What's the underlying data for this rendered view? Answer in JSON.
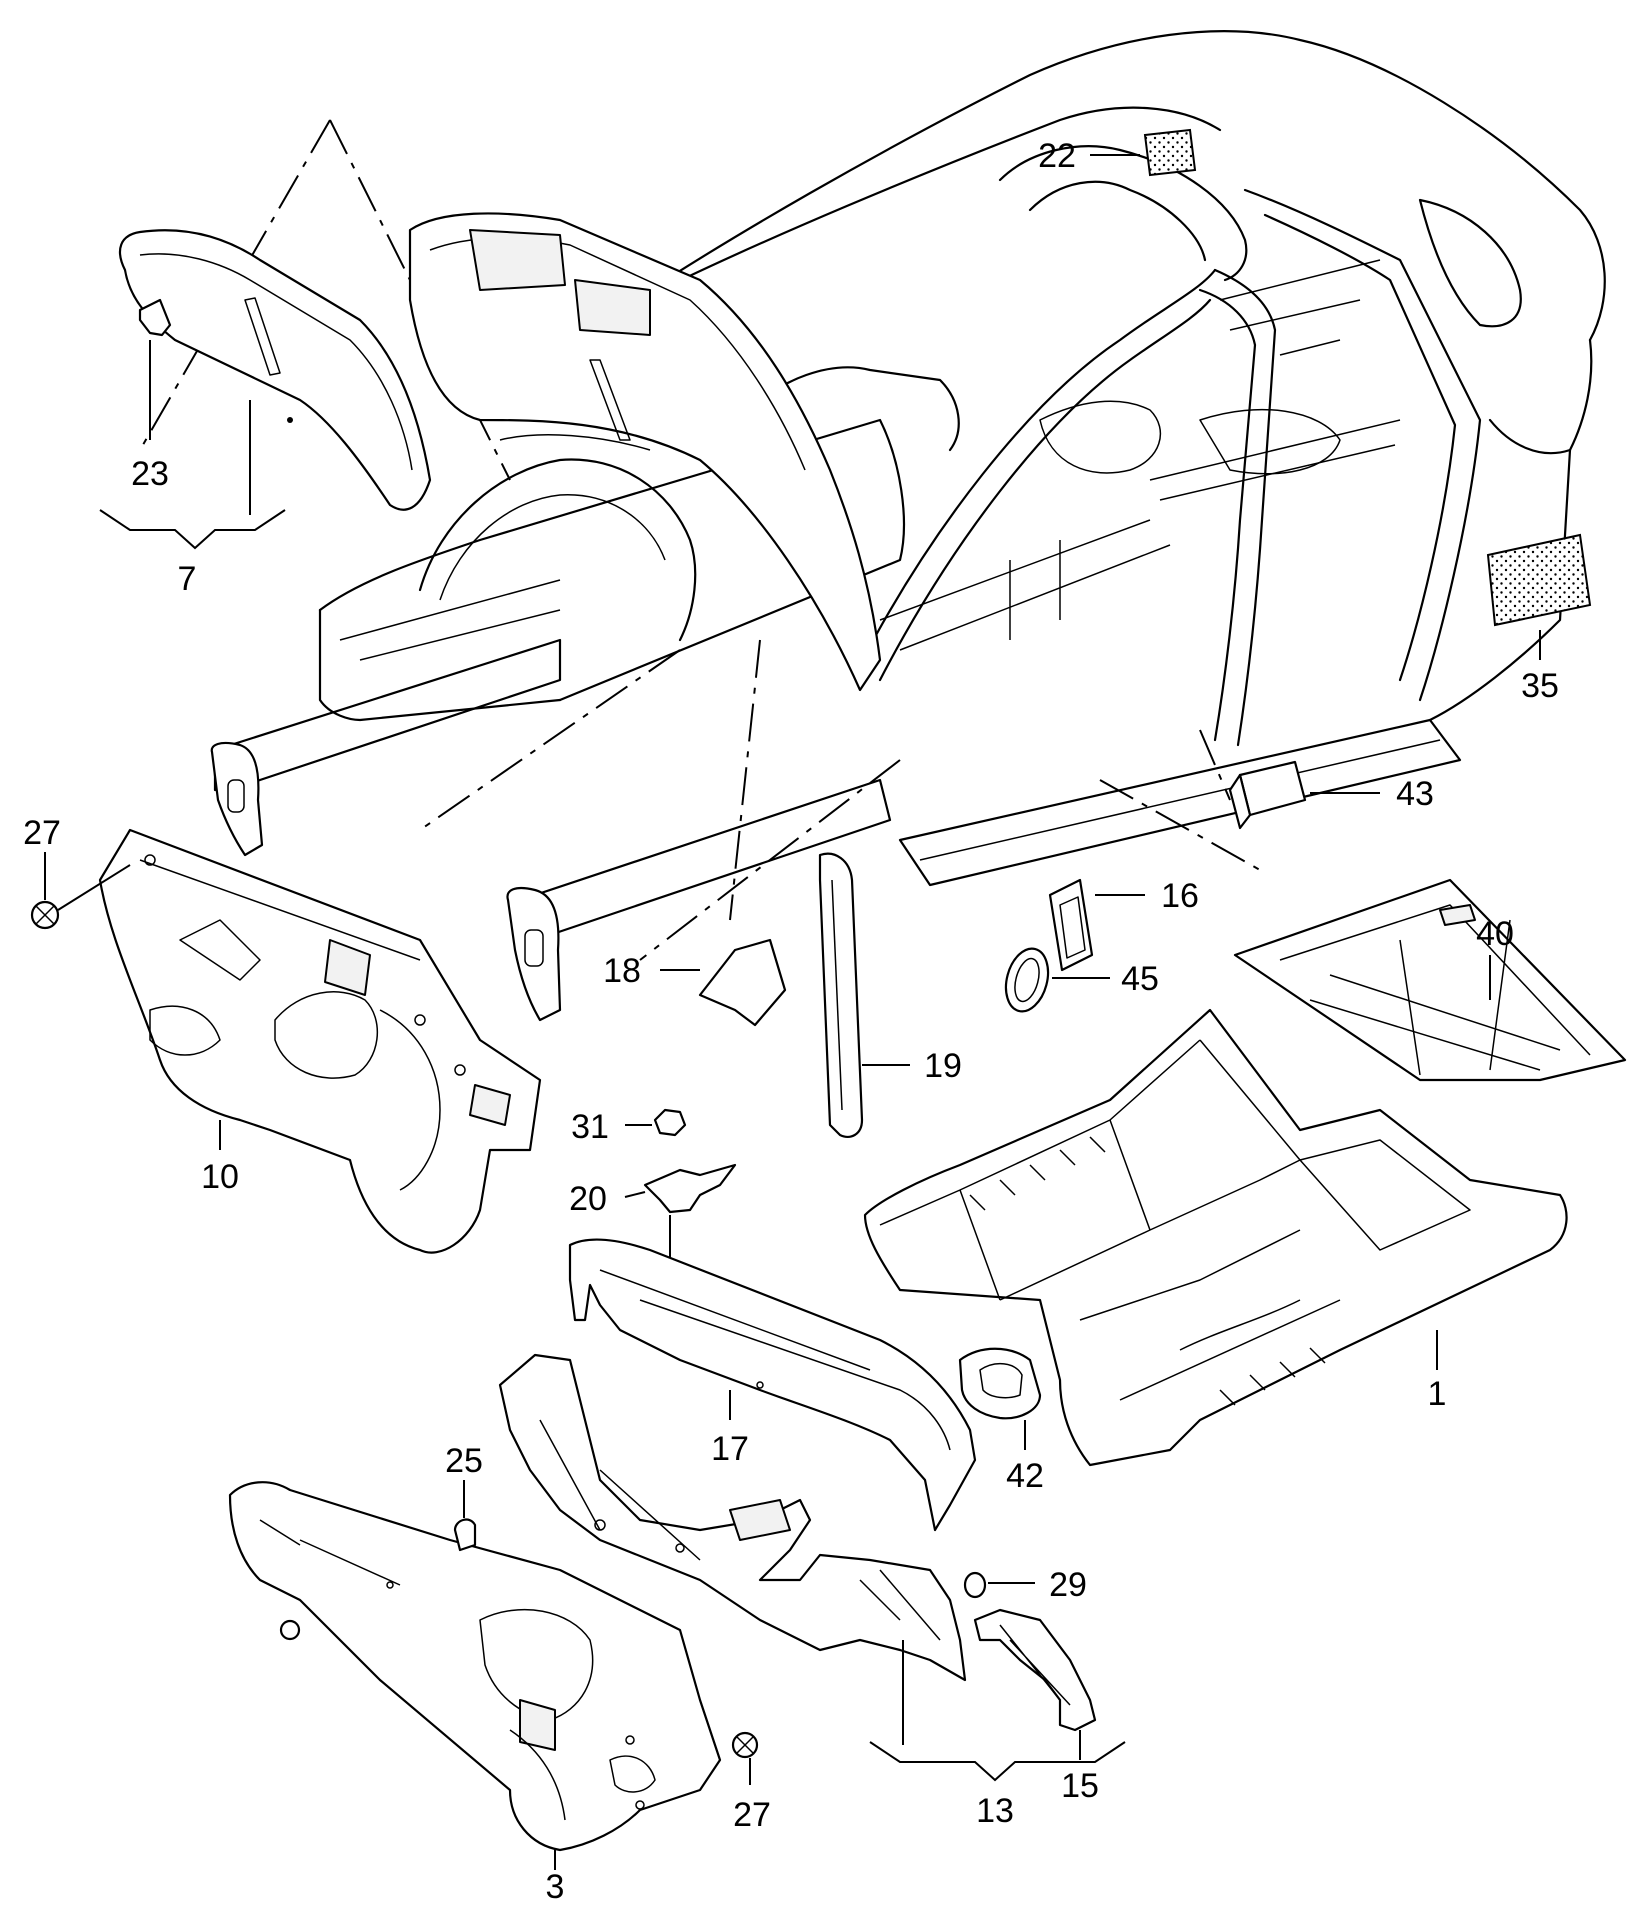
{
  "diagram": {
    "callouts": [
      {
        "id": "c1",
        "label": "1"
      },
      {
        "id": "c3",
        "label": "3"
      },
      {
        "id": "c7",
        "label": "7"
      },
      {
        "id": "c10",
        "label": "10"
      },
      {
        "id": "c13",
        "label": "13"
      },
      {
        "id": "c15",
        "label": "15"
      },
      {
        "id": "c16",
        "label": "16"
      },
      {
        "id": "c17",
        "label": "17"
      },
      {
        "id": "c18",
        "label": "18"
      },
      {
        "id": "c19",
        "label": "19"
      },
      {
        "id": "c20",
        "label": "20"
      },
      {
        "id": "c22",
        "label": "22"
      },
      {
        "id": "c23",
        "label": "23"
      },
      {
        "id": "c25",
        "label": "25"
      },
      {
        "id": "c27a",
        "label": "27"
      },
      {
        "id": "c27b",
        "label": "27"
      },
      {
        "id": "c29",
        "label": "29"
      },
      {
        "id": "c31",
        "label": "31"
      },
      {
        "id": "c35",
        "label": "35"
      },
      {
        "id": "c40",
        "label": "40"
      },
      {
        "id": "c42",
        "label": "42"
      },
      {
        "id": "c43",
        "label": "43"
      },
      {
        "id": "c45",
        "label": "45"
      }
    ]
  }
}
